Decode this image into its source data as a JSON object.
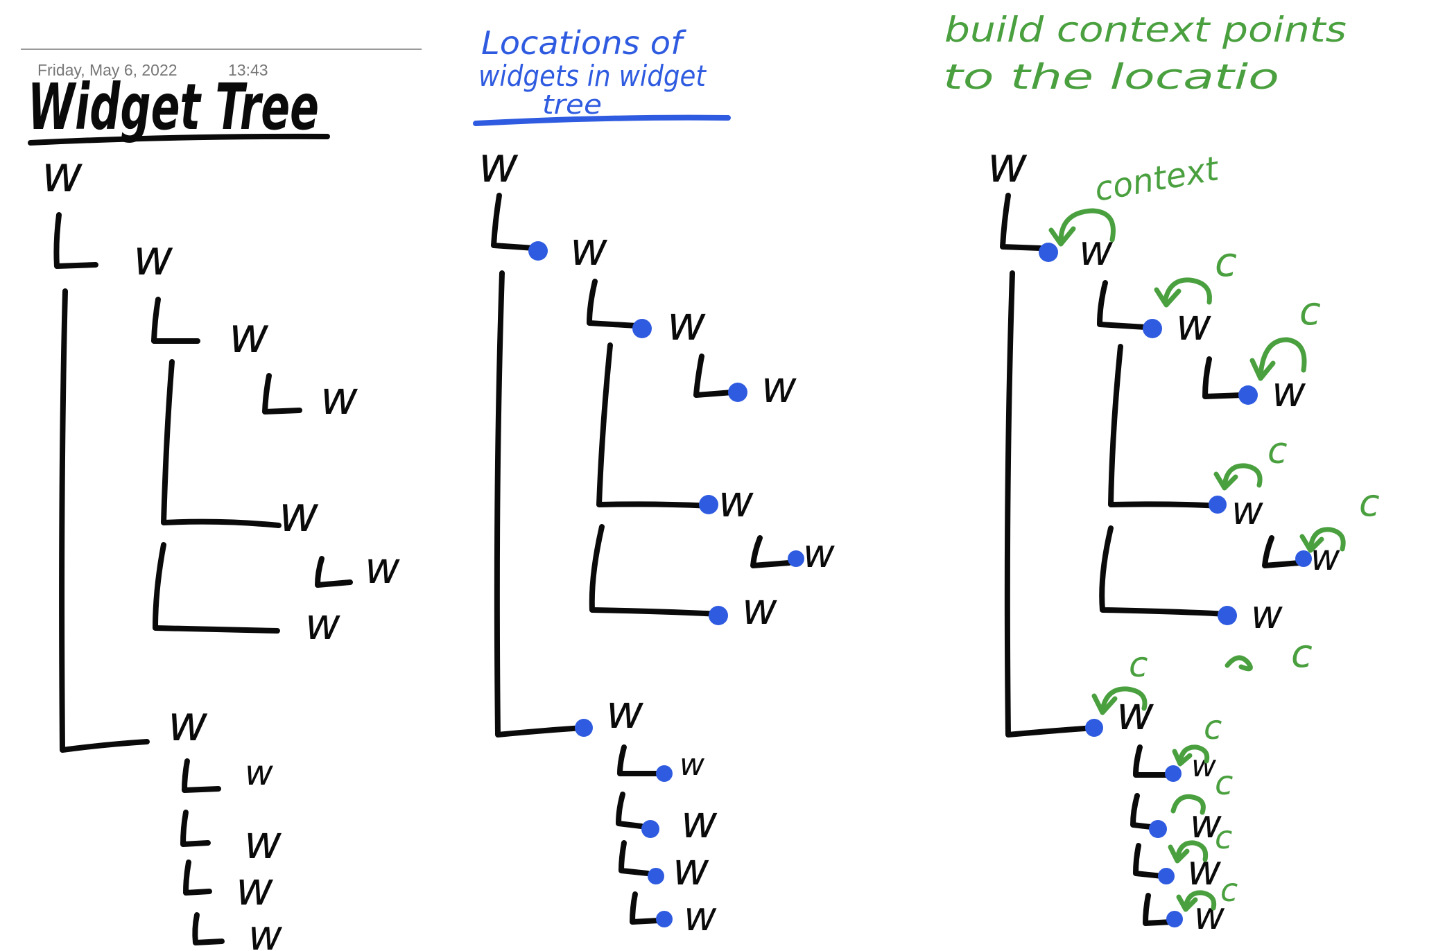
{
  "note": {
    "date": "Friday, May 6, 2022",
    "time": "13:43"
  },
  "panels": {
    "left": {
      "title": "Widget Tree"
    },
    "middle": {
      "title_line1": "Locations of",
      "title_line2": "widgets in widget",
      "title_line3": "tree"
    },
    "right": {
      "title_line1": "build context points",
      "title_line2": "to the locatio",
      "annotation": "context"
    }
  },
  "tree": {
    "node_glyph": "w",
    "leaf_glyph": "L",
    "context_glyph": "c"
  },
  "colors": {
    "black_ink": "#0a0a0a",
    "blue_ink": "#2f5be0",
    "green_ink": "#4aa03f",
    "header_rule": "#9a9a9a",
    "header_text": "#777777"
  }
}
